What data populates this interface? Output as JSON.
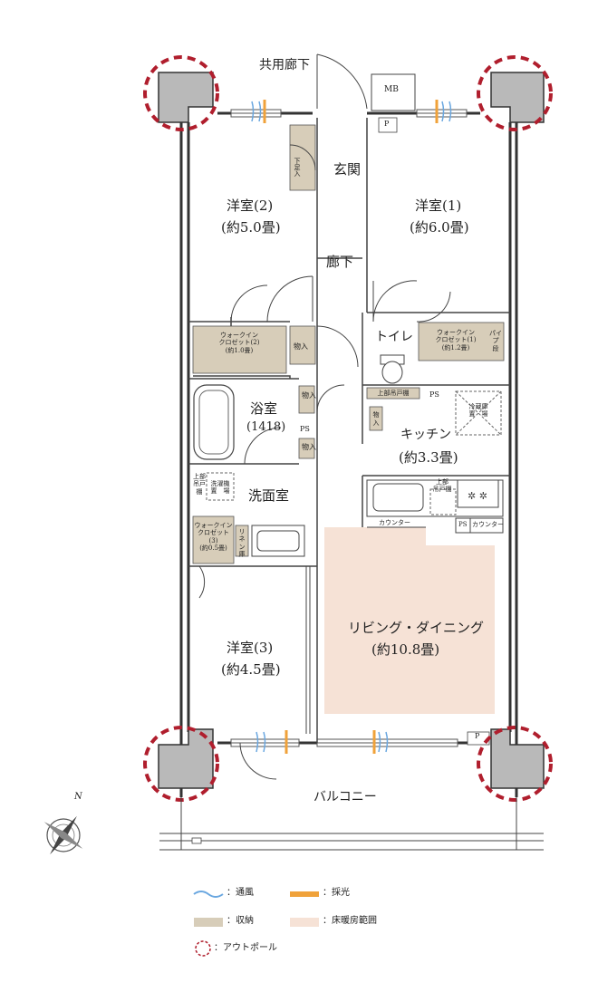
{
  "colors": {
    "wall": "#333333",
    "column": "#b9b9b9",
    "storage": "#d7cdb9",
    "floor_heating": "#f6e2d6",
    "ventilation": "#6aa7e0",
    "daylight": "#f0a23a",
    "outpole": "#b01e2d"
  },
  "labels": {
    "corridor_common": "共用廊下",
    "mb": "MB",
    "p_top": "P",
    "p_bottom": "P",
    "genkan": "玄関",
    "shoe_box": "下足入",
    "western2": "洋室(2)",
    "western2_size": "(約5.0畳)",
    "western1": "洋室(1)",
    "western1_size": "(約6.0畳)",
    "hallway": "廊下",
    "wic2": "ウォークイン\nクロゼット(2)\n(約1.0畳)",
    "storage_a": "物入",
    "toilet": "トイレ",
    "wic1": "ウォークイン\nクロゼット(1)\n(約1.2畳)",
    "pipe_shaft_space": "パイプ\n段",
    "upper_cabinet_toilet": "上部吊戸棚",
    "ps1": "PS",
    "storage_b": "物入",
    "bath": "浴室",
    "bath_size": "(1418)",
    "ps2": "PS",
    "storage_c": "物入",
    "fridge": "冷蔵庫\n置　場",
    "storage_d": "物入",
    "kitchen": "キッチン",
    "kitchen_size": "(約3.3畳)",
    "upper_cabinet_kitchen": "上部\n吊戸棚",
    "washer": "洗濯機\n置　場",
    "upper_shelf_wash": "上部\n吊戸\n棚",
    "washroom": "洗面室",
    "counter1": "カウンター",
    "ps3": "PS",
    "counter2": "カウンター",
    "wic3": "ウォークイン\nクロゼット\n(3)\n(約0.5畳)",
    "linen": "リネン庫",
    "living": "リビング・ダイニング",
    "living_size": "(約10.8畳)",
    "western3": "洋室(3)",
    "western3_size": "(約4.5畳)",
    "balcony": "バルコニー",
    "compass_n": "N"
  },
  "legend": [
    {
      "key": "ventilation",
      "text": "：通風"
    },
    {
      "key": "daylight",
      "text": "：採光"
    },
    {
      "key": "storage",
      "text": "：収納"
    },
    {
      "key": "floor_heating",
      "text": "：床暖房範囲"
    },
    {
      "key": "outpole",
      "text": "：アウトポール"
    }
  ]
}
